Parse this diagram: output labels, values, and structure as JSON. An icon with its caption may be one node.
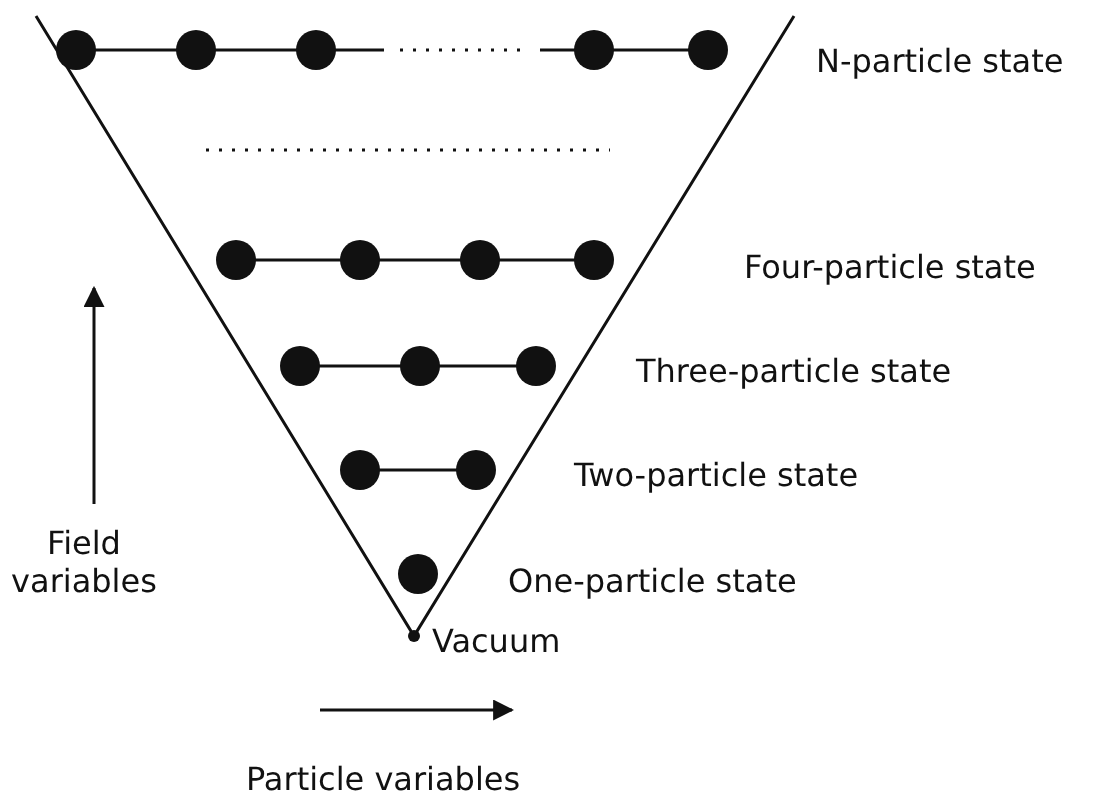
{
  "diagram": {
    "labels": [
      "N-particle state",
      "Four-particle state",
      "Three-particle state",
      "Two-particle state",
      "One-particle state",
      "Vacuum",
      "Field variables",
      "Particle variables"
    ]
  }
}
